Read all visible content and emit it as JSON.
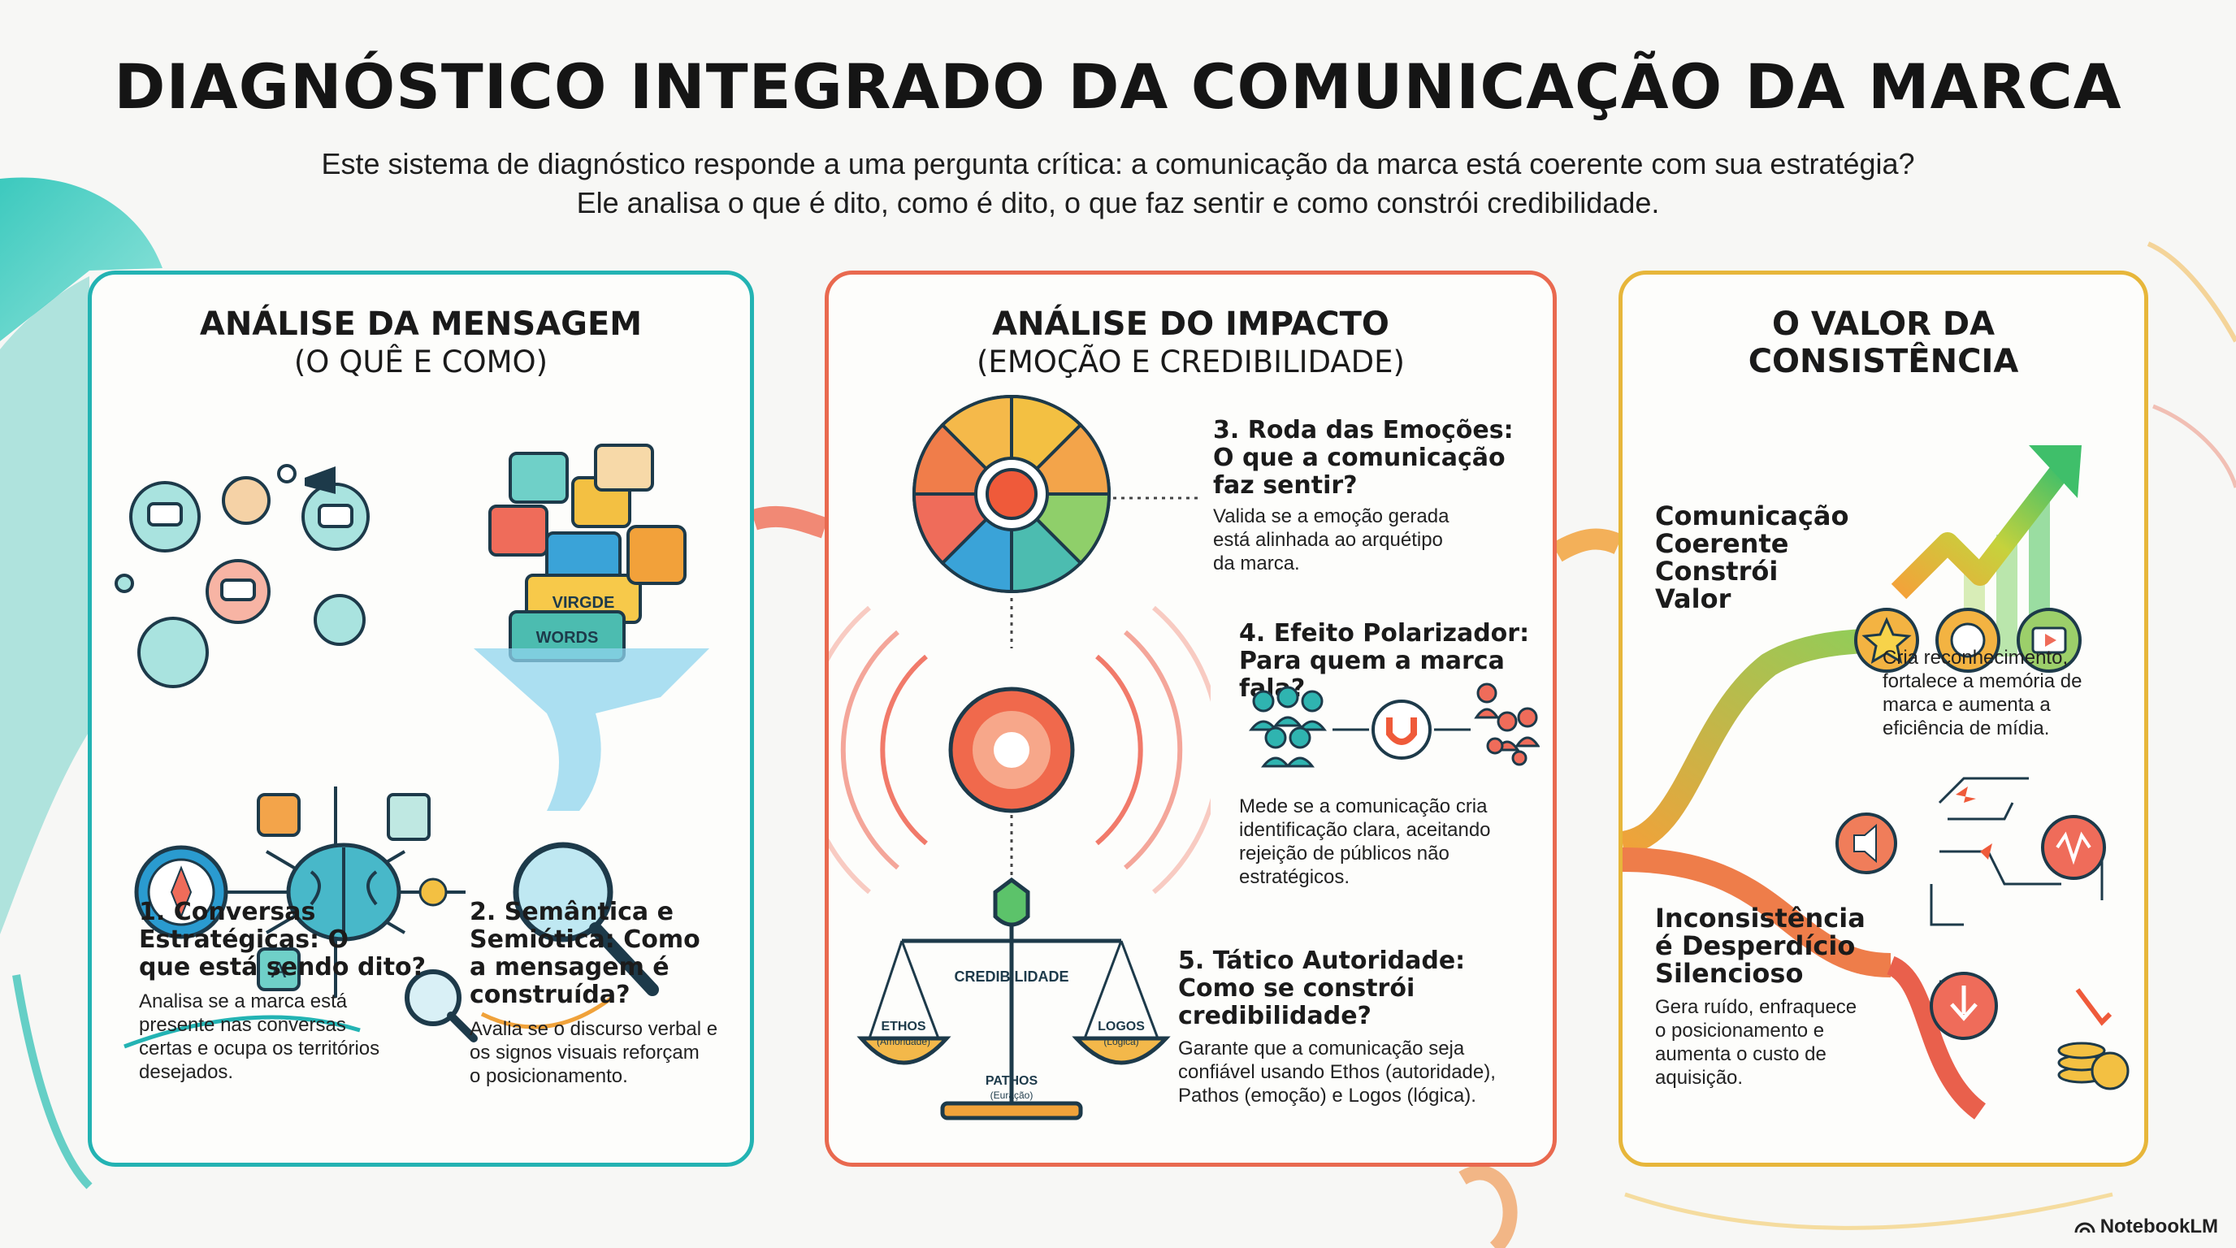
{
  "header": {
    "title": "DIAGNÓSTICO INTEGRADO DA COMUNICAÇÃO DA MARCA",
    "subtitle_line1": "Este sistema de diagnóstico responde a uma pergunta crítica: a comunicação da marca está coerente com sua estratégia?",
    "subtitle_line2": "Ele analisa o que é dito, como é dito, o que faz sentir e como constrói credibilidade."
  },
  "panel_message": {
    "title": "ANÁLISE DA MENSAGEM",
    "subtitle": "(O QUÊ E COMO)",
    "illustration_words": [
      "VIRGDE",
      "WORDS"
    ],
    "items": [
      {
        "heading": [
          "1. Conversas",
          "Estratégicas: O",
          "que está sendo dito?"
        ],
        "body": [
          "Analisa se a marca está",
          "presente nas conversas",
          "certas e ocupa os territórios",
          "desejados."
        ]
      },
      {
        "heading": [
          "2. Semântica e",
          "Semiótica: Como",
          "a mensagem é",
          "construída?"
        ],
        "body": [
          "Avalia se o discurso verbal e",
          "os signos visuais reforçam",
          "o posicionamento."
        ]
      }
    ]
  },
  "panel_impact": {
    "title": "ANÁLISE DO IMPACTO",
    "subtitle": "(EMOÇÃO E CREDIBILIDADE)",
    "items": [
      {
        "heading": [
          "3. Roda das Emoções:",
          "O que a comunicação",
          "faz sentir?"
        ],
        "body": [
          "Valida se a emoção gerada",
          "está alinhada ao arquétipo",
          "da marca."
        ]
      },
      {
        "heading": [
          "4. Efeito Polarizador:",
          "Para quem a marca fala?"
        ],
        "body": [
          "Mede se a comunicação cria",
          "identificação clara, aceitando",
          "rejeição de públicos não",
          "estratégicos."
        ]
      },
      {
        "heading": [
          "5. Tático Autoridade:",
          "Como se constrói",
          "credibilidade?"
        ],
        "body": [
          "Garante que a comunicação seja",
          "confiável usando Ethos (autoridade),",
          "Pathos (emoção) e Logos (lógica)."
        ]
      }
    ],
    "scale": {
      "top": "CREDIBILIDADE",
      "left": "ETHOS",
      "left_sub": "(Amoridade)",
      "right": "LOGOS",
      "right_sub": "(Lógica)",
      "bottom": "PATHOS",
      "bottom_sub": "(Euração)"
    }
  },
  "panel_value": {
    "title_line1": "O VALOR DA",
    "title_line2": "CONSISTÊNCIA",
    "positive": {
      "heading": [
        "Comunicação",
        "Coerente",
        "Constrói",
        "Valor"
      ],
      "body": [
        "Cria reconhecimento,",
        "fortalece a memória de",
        "marca e aumenta a",
        "eficiência de mídia."
      ]
    },
    "negative": {
      "heading": [
        "Inconsistência",
        "é Desperdício",
        "Silencioso"
      ],
      "body": [
        "Gera ruído, enfraquece",
        "o posicionamento e",
        "aumenta o custo de",
        "aquisição."
      ]
    }
  },
  "footer": {
    "brand": "NotebookLM"
  },
  "colors": {
    "teal": "#23b3b3",
    "coral": "#e9694f",
    "gold": "#e7b63a",
    "green": "#5cc36a"
  },
  "icons": [
    "chat-bubble-icon",
    "megaphone-icon",
    "compass-icon",
    "brain-icon",
    "magnifier-icon",
    "emotion-wheel-icon",
    "target-ring-icon",
    "magnet-icon",
    "people-group-icon",
    "shield-check-icon",
    "scale-icon",
    "growth-arrow-icon",
    "star-icon",
    "speaker-icon",
    "coins-icon"
  ]
}
